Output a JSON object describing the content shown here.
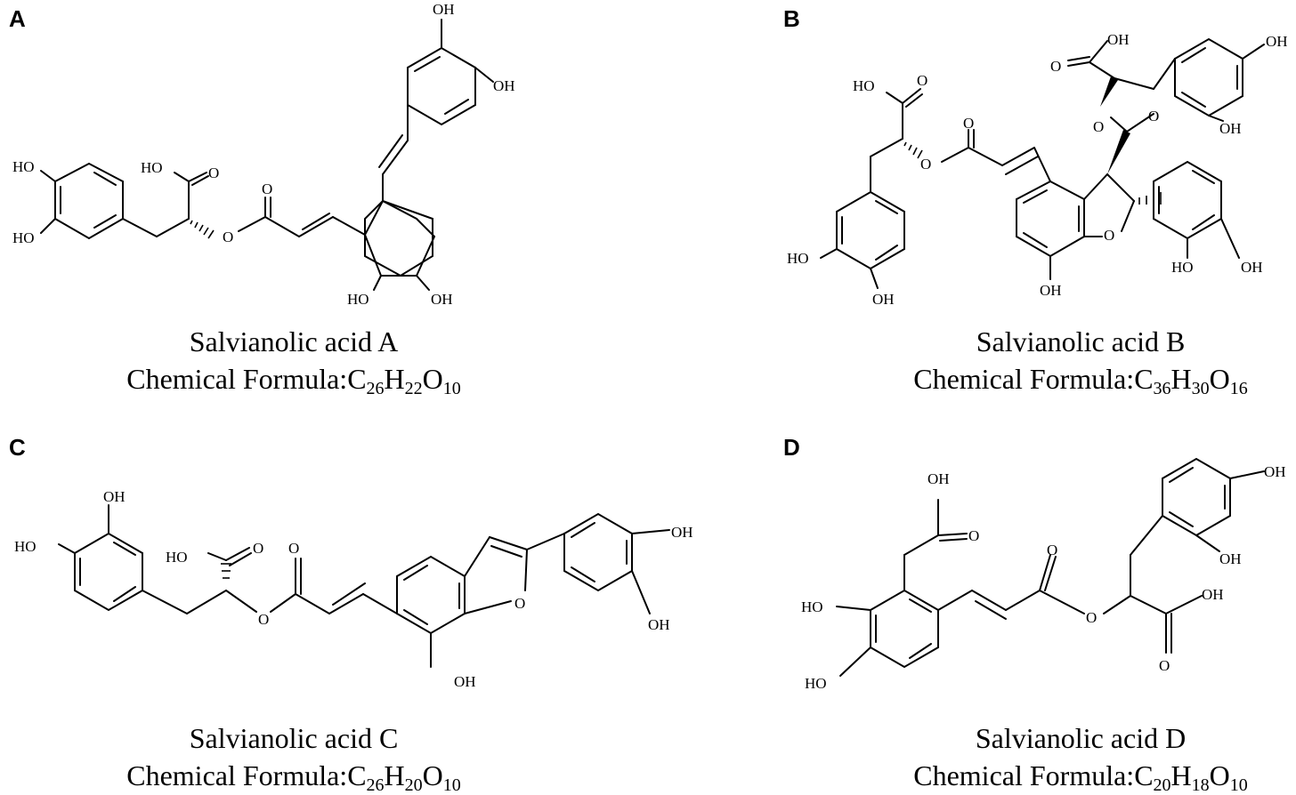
{
  "panels": [
    {
      "letter": "A",
      "name": "Salvianolic acid A",
      "formula_prefix": "Chemical Formula:",
      "formula": [
        {
          "el": "C",
          "n": "26"
        },
        {
          "el": "H",
          "n": "22"
        },
        {
          "el": "O",
          "n": "10"
        }
      ]
    },
    {
      "letter": "B",
      "name": "Salvianolic acid B",
      "formula_prefix": "Chemical Formula:",
      "formula": [
        {
          "el": "C",
          "n": "36"
        },
        {
          "el": "H",
          "n": "30"
        },
        {
          "el": "O",
          "n": "16"
        }
      ]
    },
    {
      "letter": "C",
      "name": "Salvianolic acid C",
      "formula_prefix": "Chemical Formula:",
      "formula": [
        {
          "el": "C",
          "n": "26"
        },
        {
          "el": "H",
          "n": "20"
        },
        {
          "el": "O",
          "n": "10"
        }
      ]
    },
    {
      "letter": "D",
      "name": "Salvianolic acid D",
      "formula_prefix": "Chemical Formula:",
      "formula": [
        {
          "el": "C",
          "n": "20"
        },
        {
          "el": "H",
          "n": "18"
        },
        {
          "el": "O",
          "n": "10"
        }
      ]
    }
  ],
  "atom_labels": {
    "hydroxyl": "OH",
    "hydroxyl_left": "HO",
    "oxygen": "O"
  }
}
